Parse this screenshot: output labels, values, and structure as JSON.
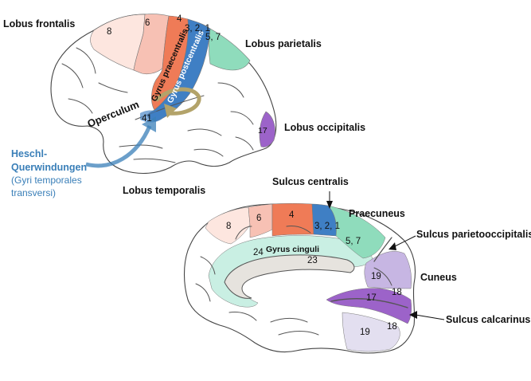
{
  "colors": {
    "brain": "#e6e3de",
    "outline": "#444444",
    "area_8": "#fde6df",
    "area_6": "#f7c1b4",
    "area_4": "#ef7b57",
    "area_3_2_1": "#3f7fc4",
    "area_5_7": "#8fdcbc",
    "area_17": "#9c63c9",
    "area_19_18": "#c7b6e3",
    "cingulate": "#c9efe3",
    "heschl": "#3a7fb8",
    "operculum_arrow": "#b3a36a"
  },
  "lateral_view": {
    "labels": {
      "frontal": "Lobus frontalis",
      "parietal": "Lobus parietalis",
      "occipital": "Lobus occipitalis",
      "temporal": "Lobus temporalis",
      "operculum": "Operculum",
      "gyrus_prae": "Gyrus praecentralis",
      "gyrus_post": "Gyrus postcentralis",
      "heschl_title_1": "Heschl-",
      "heschl_title_2": "Querwindungen",
      "heschl_sub_1": "(Gyri temporales",
      "heschl_sub_2": "transversi)"
    },
    "areas": {
      "a8": "8",
      "a6": "6",
      "a4": "4",
      "a321": "3, 2, 1",
      "a57": "5, 7",
      "a17": "17",
      "a41": "41"
    }
  },
  "medial_view": {
    "labels": {
      "sulcus_centralis": "Sulcus centralis",
      "praecuneus": "Praecuneus",
      "sulcus_parietooccipitalis": "Sulcus parietooccipitalis",
      "cuneus": "Cuneus",
      "sulcus_calcarinus": "Sulcus calcarinus",
      "gyrus_cinguli": "Gyrus cinguli"
    },
    "areas": {
      "a8": "8",
      "a6": "6",
      "a4": "4",
      "a321": "3, 2, 1",
      "a57": "5, 7",
      "a24": "24",
      "a23": "23",
      "a19_upper": "19",
      "a18_upper": "18",
      "a17": "17",
      "a19_lower": "19",
      "a18_lower": "18"
    }
  }
}
